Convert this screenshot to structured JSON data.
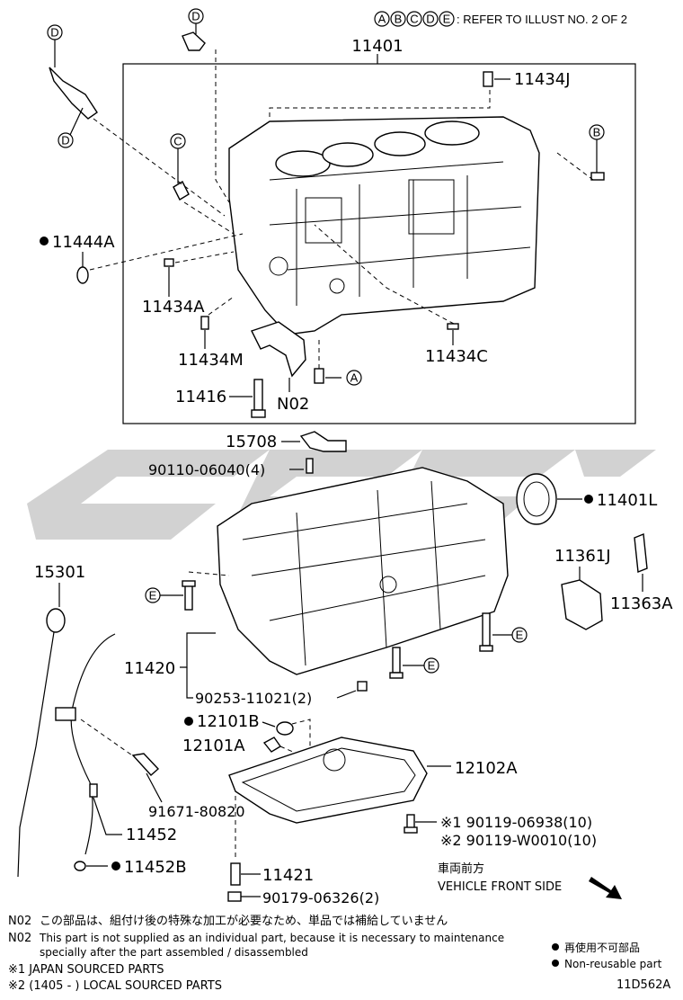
{
  "legend": {
    "letters": [
      "A",
      "B",
      "C",
      "D",
      "E"
    ],
    "text": ": REFER TO ILLUST NO. 2 OF 2"
  },
  "callouts": [
    "D",
    "D",
    "D",
    "C",
    "B",
    "A",
    "E",
    "E",
    "E"
  ],
  "parts": {
    "p11401": "11401",
    "p11434J": "11434J",
    "p11444A": "11444A",
    "p11434A": "11434A",
    "p11434M": "11434M",
    "p11434C": "11434C",
    "p11416": "11416",
    "pN02": "N02",
    "p15708": "15708",
    "p90110": "90110-06040(4)",
    "p11401L": "11401L",
    "p11361J": "11361J",
    "p11363A": "11363A",
    "p15301": "15301",
    "p11420": "11420",
    "p90253": "90253-11021(2)",
    "p12101B": "12101B",
    "p12101A": "12101A",
    "p12102A": "12102A",
    "p91671": "91671-80820",
    "p11452": "11452",
    "p11452B": "11452B",
    "p90119a": "※1 90119-06938(10)",
    "p90119b": "※2 90119-W0010(10)",
    "p11421": "11421",
    "p90179": "90179-06326(2)"
  },
  "front_side": {
    "jp": "車両前方",
    "en": "VEHICLE FRONT SIDE"
  },
  "notes": {
    "n1_code": "N02",
    "n1_text": "この部品は、組付け後の特殊な加工が必要なため、単品では補給していません",
    "n2_code": "N02",
    "n2_text": "This part is not supplied as an individual part, because it is necessary to maintenance",
    "n2_text2": "specially after the part assembled / disassembled",
    "n3": "※1 JAPAN SOURCED PARTS",
    "n4": "※2 (1405 -        ) LOCAL SOURCED PARTS"
  },
  "nonreuse": {
    "jp": "再使用不可部品",
    "en": "Non-reusable part"
  },
  "illust_id": "11D562A"
}
